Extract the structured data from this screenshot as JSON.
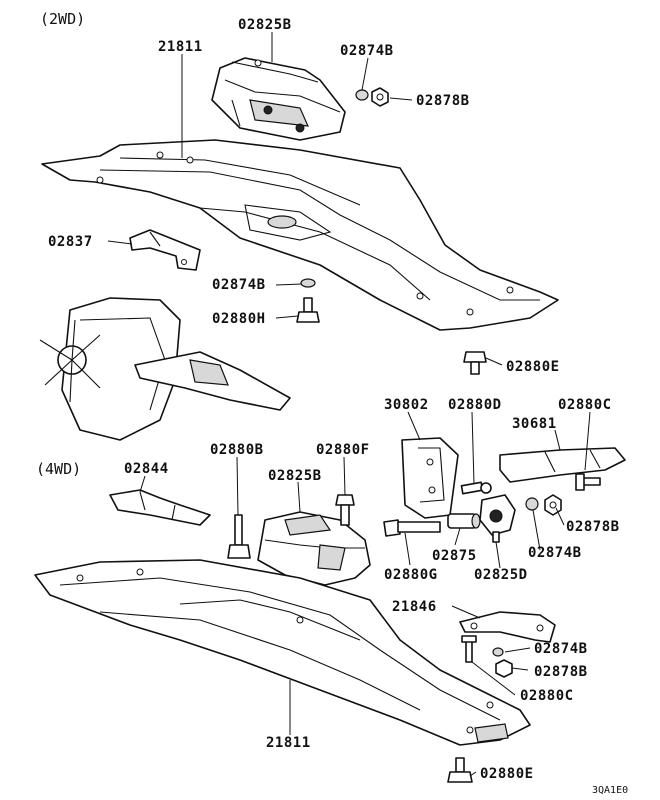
{
  "sections": {
    "two_wd": "(2WD)",
    "four_wd": "(4WD)"
  },
  "labels": {
    "top_bracket": "02825B",
    "crossmember_2wd": "21811",
    "washer_top": "02874B",
    "nut_top": "02878B",
    "plate_2wd": "02837",
    "washer_mid": "02874B",
    "bolt_mid": "02880H",
    "bolt_2wd_bottom": "02880E",
    "bracket_30802": "30802",
    "bolt_02880d": "02880D",
    "bolt_02880c_top": "02880C",
    "bracket_30681": "30681",
    "bolt_02880b": "02880B",
    "bolt_02880f": "02880F",
    "plate_4wd": "02844",
    "mount_4wd": "02825B",
    "nut_right": "02878B",
    "washer_right": "02874B",
    "spacer": "02875",
    "bolt_02880g": "02880G",
    "mount_02825d": "02825D",
    "bracket_21846": "21846",
    "washer_lower": "02874B",
    "nut_lower": "02878B",
    "bolt_02880c_lower": "02880C",
    "crossmember_4wd": "21811",
    "bolt_4wd_bottom": "02880E"
  },
  "diagram_code": "3QA1E0"
}
